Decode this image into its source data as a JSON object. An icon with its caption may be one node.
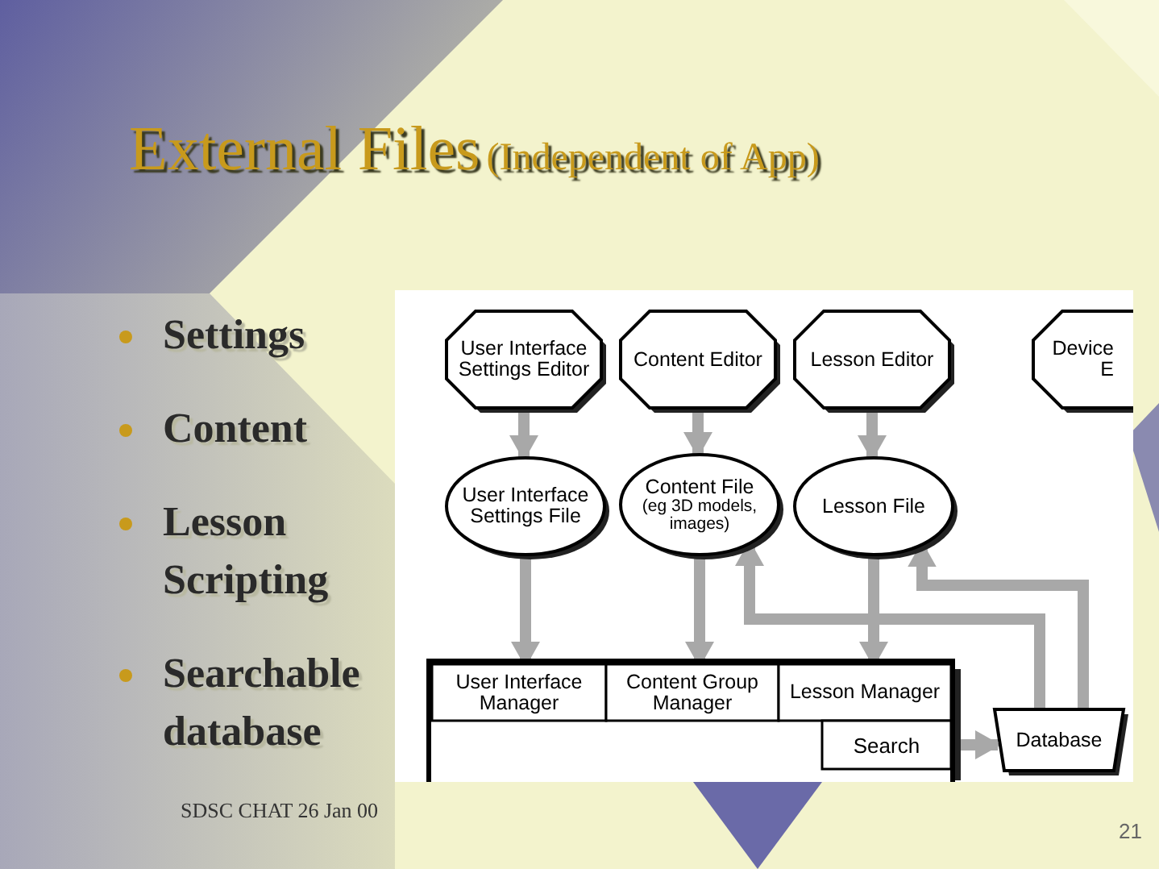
{
  "diagram": {
    "title": "External Files",
    "nodes": [
      {
        "text": [
          "User Interface Settings Editor"
        ]
      },
      {
        "text": [
          "Content Editor"
        ]
      },
      {
        "text": [
          "Lesson Editor"
        ]
      },
      {
        "text": [
          "Device E"
        ]
      },
      {
        "text": [
          "User Interface Settings File"
        ]
      },
      {
        "text": [
          "Content File",
          "(eg 3D models, images)"
        ]
      },
      {
        "text": [
          "Lesson File"
        ]
      },
      {
        "text": [],
        "shape": "box"
      },
      {
        "text": [
          "User Interface Manager"
        ],
        "in": 7
      },
      {
        "text": [
          "Content Group Manager"
        ],
        "in": 7
      },
      {
        "text": [
          "Lesson Manager"
        ],
        "in": 7
      },
      {
        "text": [
          "Search"
        ],
        "in": 7
      },
      {
        "text": [
          "Database"
        ]
      }
    ],
    "edges": [
      {
        "from": 0,
        "to": 4,
        "arrow": "to"
      },
      {
        "from": 1,
        "to": 5,
        "arrow": "to"
      },
      {
        "from": 2,
        "to": 6,
        "arrow": "to"
      },
      {
        "from": 4,
        "to": 8,
        "arrow": "to"
      },
      {
        "from": 5,
        "to": 9,
        "arrow": "to"
      },
      {
        "from": 6,
        "to": 10,
        "arrow": "to"
      },
      {
        "from": 12,
        "to": 5,
        "arrow": "to"
      },
      {
        "from": 12,
        "to": 6,
        "arrow": "to"
      },
      {
        "from": 11,
        "to": 12,
        "arrow": "to"
      }
    ],
    "labels": [
      "(Independent of App)",
      "Settings",
      "Content",
      "Lesson Scripting",
      "Searchable database",
      "SDSC CHAT 26 Jan 00",
      "21"
    ]
  }
}
